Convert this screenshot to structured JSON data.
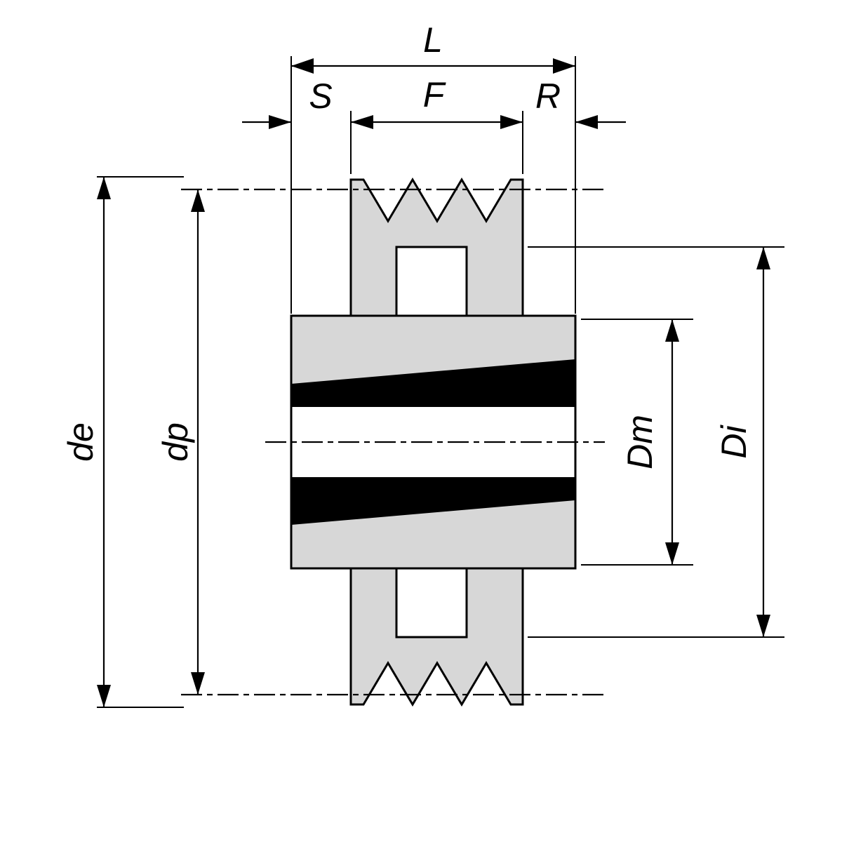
{
  "drawing": {
    "kind": "pulley-cross-section",
    "labels": {
      "L": "L",
      "S": "S",
      "F": "F",
      "R": "R",
      "de": "de",
      "dp": "dp",
      "Dm": "Dm",
      "Di": "Di"
    },
    "colors": {
      "line": "#000000",
      "body_fill": "#d7d7d7",
      "bush_fill": "#000000",
      "background": "#ffffff"
    }
  }
}
